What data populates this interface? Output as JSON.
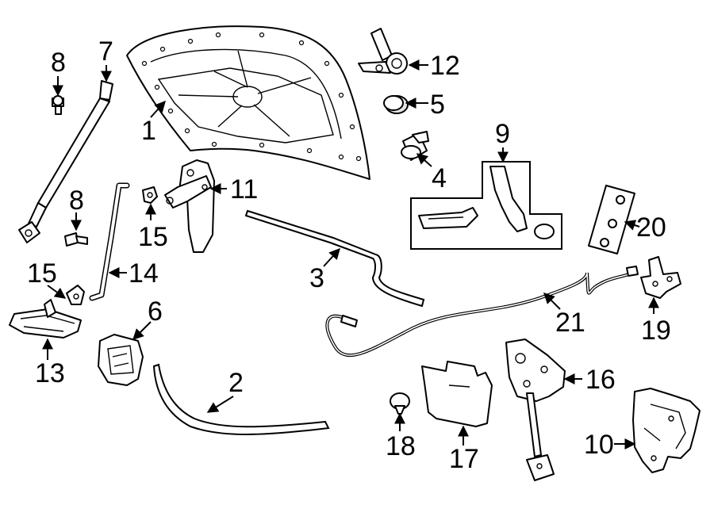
{
  "diagram": {
    "callouts": [
      {
        "id": "1",
        "label": "1"
      },
      {
        "id": "2",
        "label": "2"
      },
      {
        "id": "3",
        "label": "3"
      },
      {
        "id": "4",
        "label": "4"
      },
      {
        "id": "5",
        "label": "5"
      },
      {
        "id": "6",
        "label": "6"
      },
      {
        "id": "7",
        "label": "7"
      },
      {
        "id": "8a",
        "label": "8"
      },
      {
        "id": "8b",
        "label": "8"
      },
      {
        "id": "9",
        "label": "9"
      },
      {
        "id": "10",
        "label": "10"
      },
      {
        "id": "11",
        "label": "11"
      },
      {
        "id": "12",
        "label": "12"
      },
      {
        "id": "13",
        "label": "13"
      },
      {
        "id": "14",
        "label": "14"
      },
      {
        "id": "15a",
        "label": "15"
      },
      {
        "id": "15b",
        "label": "15"
      },
      {
        "id": "16",
        "label": "16"
      },
      {
        "id": "17",
        "label": "17"
      },
      {
        "id": "18",
        "label": "18"
      },
      {
        "id": "19",
        "label": "19"
      },
      {
        "id": "20",
        "label": "20"
      },
      {
        "id": "21",
        "label": "21"
      }
    ]
  }
}
